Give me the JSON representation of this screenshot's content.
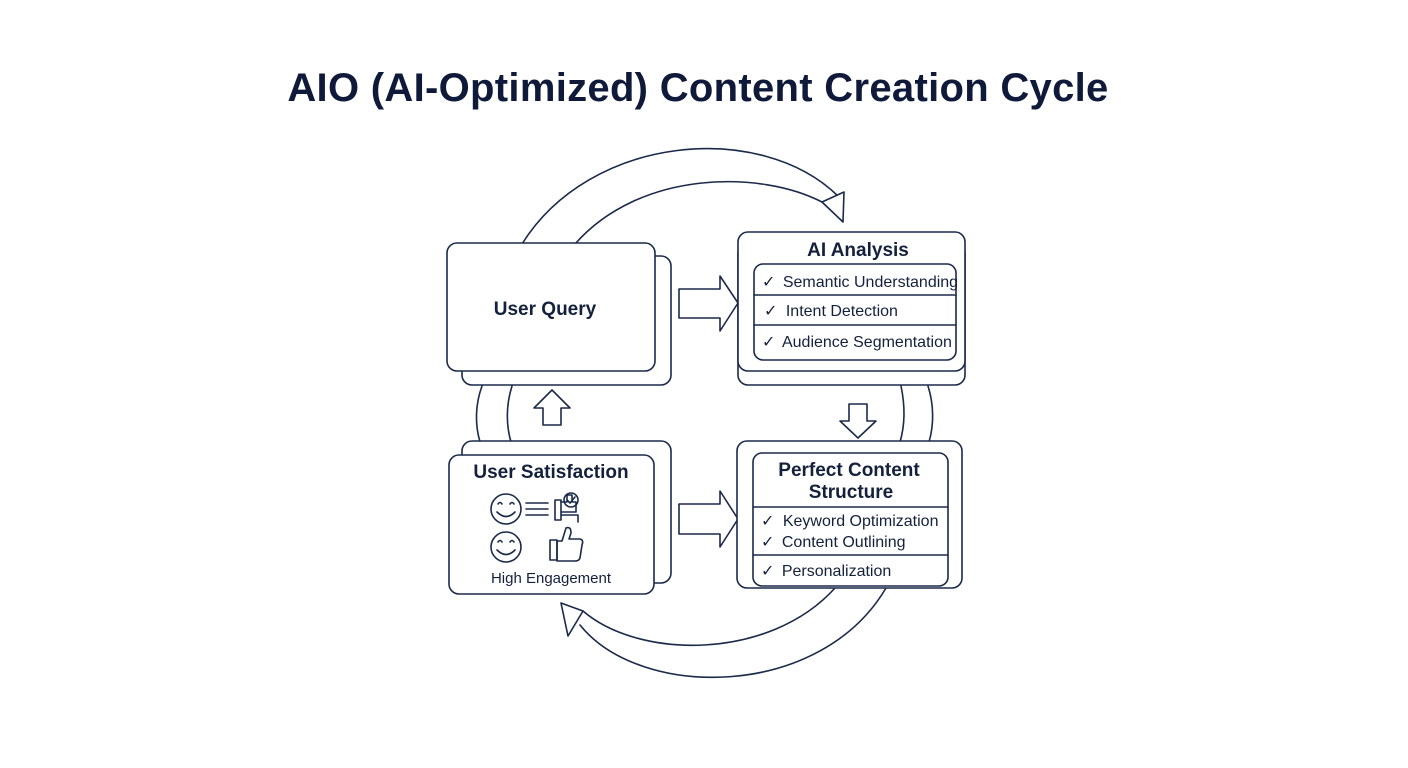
{
  "title": "AIO (AI-Optimized) Content Creation Cycle",
  "nodes": {
    "user_query": {
      "label": "User Query"
    },
    "ai_analysis": {
      "label": "AI Analysis",
      "items": [
        "Semantic Understanding",
        "Intent Detection",
        "Audience Segmentation"
      ]
    },
    "perfect_content": {
      "label_line1": "Perfect Content",
      "label_line2": "Structure",
      "items": [
        "Keyword Optimization",
        "Content Outlining",
        "Personalization"
      ]
    },
    "user_satisfaction": {
      "label": "User Satisfaction",
      "caption": "High Engagement",
      "icons": [
        "smiley-icon",
        "lines-icon",
        "thumbs-up-check-icon",
        "smiley-icon",
        "thumbs-up-icon"
      ]
    }
  },
  "colors": {
    "stroke": "#1b2a4a",
    "title": "#0f1a3a",
    "background": "#ffffff"
  },
  "check_glyph": "✓"
}
